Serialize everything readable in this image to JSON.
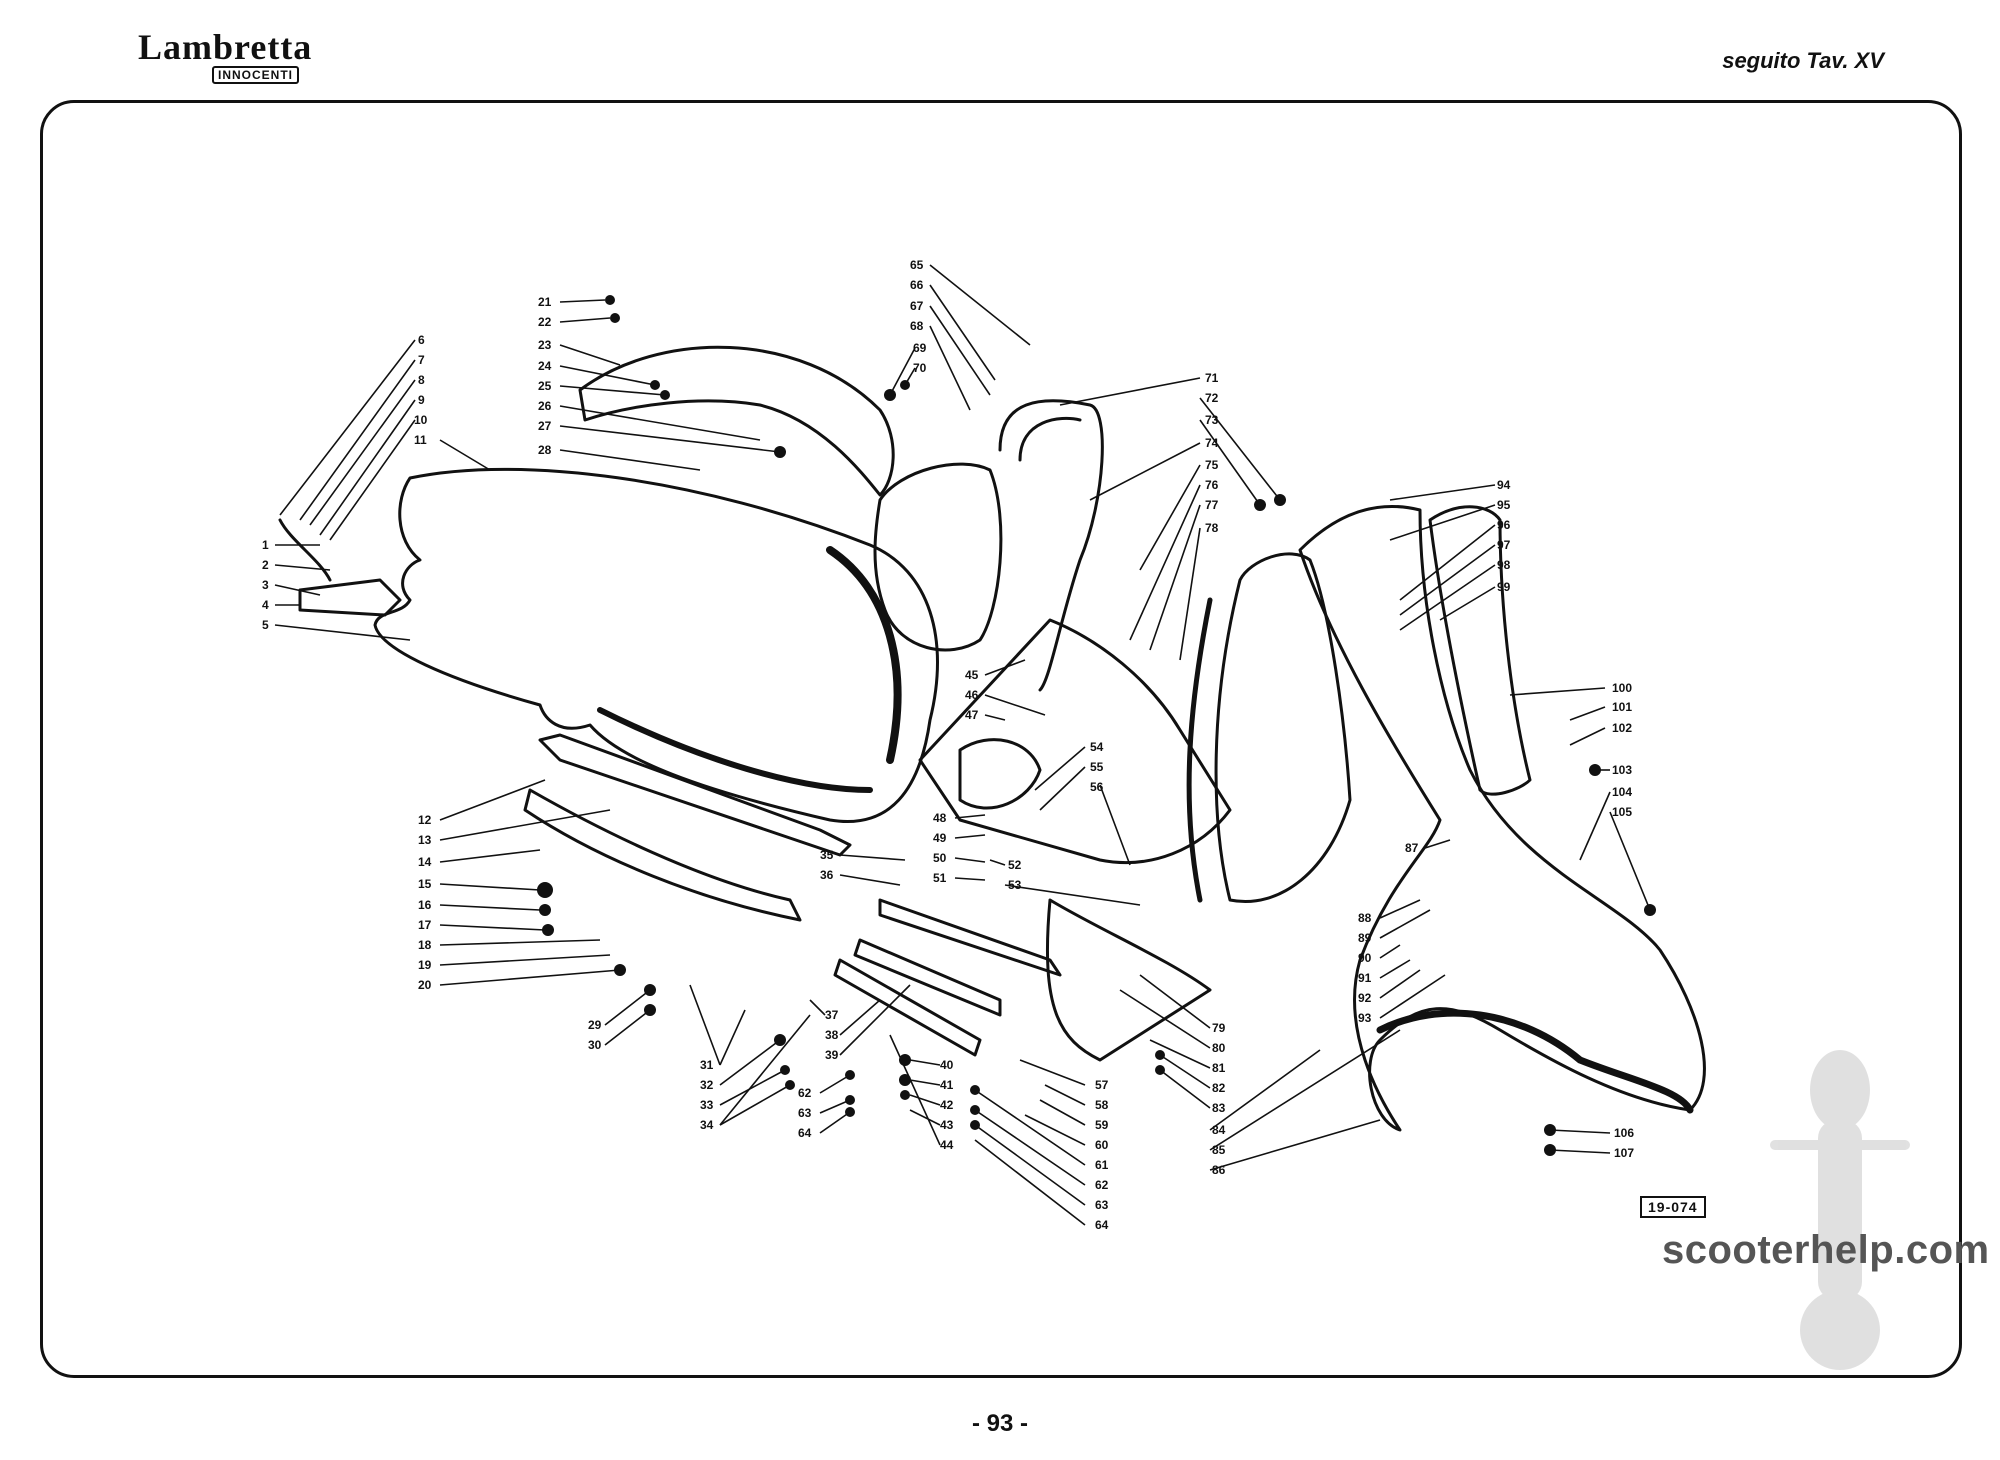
{
  "header": {
    "logo_text": "Lambretta",
    "logo_sub": "INNOCENTI",
    "title": "seguito Tav. XV"
  },
  "diagram": {
    "reference_code": "19-074",
    "watermark": "scooterhelp.com",
    "callouts": [
      "1",
      "2",
      "3",
      "4",
      "5",
      "6",
      "7",
      "8",
      "9",
      "10",
      "11",
      "12",
      "13",
      "14",
      "15",
      "16",
      "17",
      "18",
      "19",
      "20",
      "21",
      "22",
      "23",
      "24",
      "25",
      "26",
      "27",
      "28",
      "29",
      "30",
      "31",
      "32",
      "33",
      "34",
      "35",
      "36",
      "37",
      "38",
      "39",
      "40",
      "41",
      "42",
      "43",
      "44",
      "45",
      "46",
      "47",
      "48",
      "49",
      "50",
      "51",
      "52",
      "53",
      "54",
      "55",
      "56",
      "57",
      "58",
      "59",
      "60",
      "61",
      "62",
      "63",
      "64",
      "62",
      "63",
      "64",
      "65",
      "66",
      "67",
      "68",
      "69",
      "70",
      "71",
      "72",
      "73",
      "74",
      "75",
      "76",
      "77",
      "78",
      "79",
      "80",
      "81",
      "82",
      "83",
      "84",
      "85",
      "86",
      "87",
      "88",
      "89",
      "90",
      "91",
      "92",
      "93",
      "94",
      "95",
      "96",
      "97",
      "98",
      "99",
      "100",
      "101",
      "102",
      "103",
      "104",
      "105",
      "106",
      "107"
    ]
  },
  "footer": {
    "page_number": "- 93 -"
  }
}
